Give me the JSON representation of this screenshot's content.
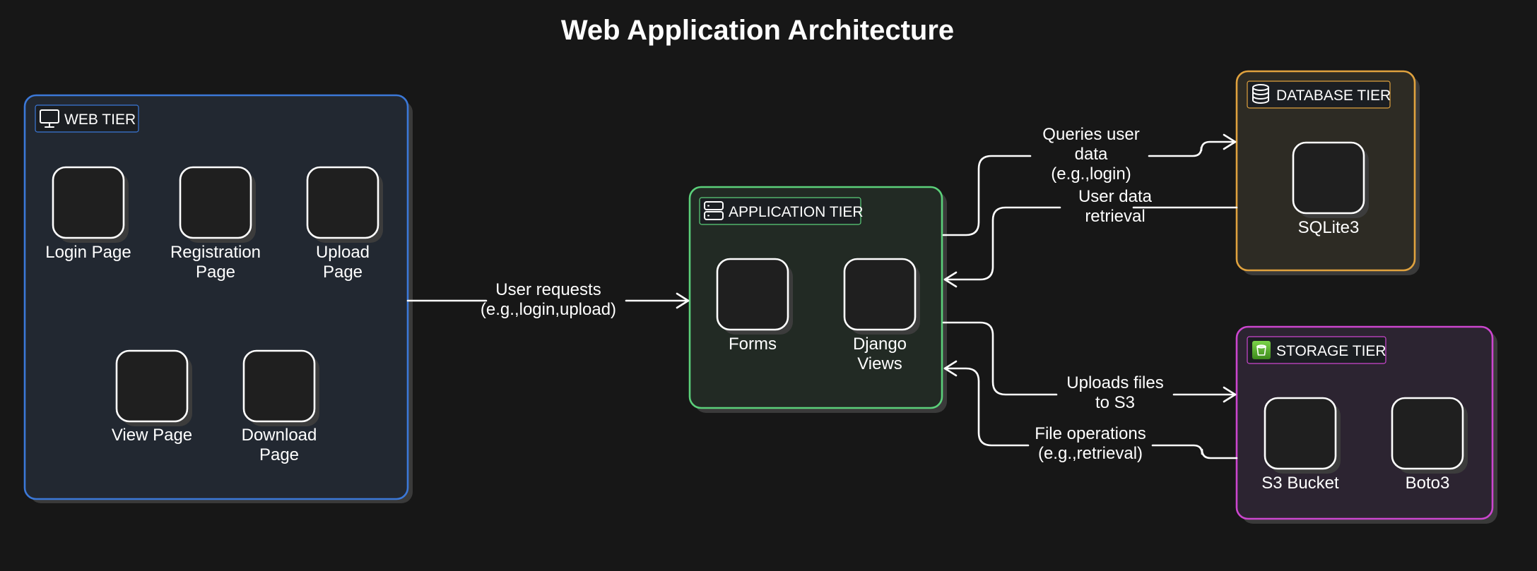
{
  "title": "Web Application Architecture",
  "tiers": {
    "web": {
      "label": "WEB TIER",
      "icon": "monitor-icon",
      "color": "#3b78d8",
      "fill": "#222831",
      "nodes": [
        {
          "lines": [
            "Login Page"
          ]
        },
        {
          "lines": [
            "Registration",
            "Page"
          ]
        },
        {
          "lines": [
            "Upload",
            "Page"
          ]
        },
        {
          "lines": [
            "View Page"
          ]
        },
        {
          "lines": [
            "Download",
            "Page"
          ]
        }
      ]
    },
    "application": {
      "label": "APPLICATION TIER",
      "icon": "server-icon",
      "color": "#5bd07a",
      "fill": "#222a24",
      "nodes": [
        {
          "lines": [
            "Forms"
          ]
        },
        {
          "lines": [
            "Django",
            "Views"
          ]
        }
      ]
    },
    "database": {
      "label": "DATABASE TIER",
      "icon": "database-icon",
      "color": "#e0a23e",
      "fill": "#2d2b24",
      "nodes": [
        {
          "lines": [
            "SQLite3"
          ]
        }
      ]
    },
    "storage": {
      "label": "STORAGE TIER",
      "icon": "storage-bucket-icon",
      "color": "#cc46cf",
      "fill": "#2c2431",
      "nodes": [
        {
          "lines": [
            "S3 Bucket"
          ]
        },
        {
          "lines": [
            "Boto3"
          ]
        }
      ]
    }
  },
  "edges": [
    {
      "lines": [
        "User requests",
        "(e.g.,login,upload)"
      ]
    },
    {
      "lines": [
        "Queries user",
        "data",
        "(e.g.,login)"
      ]
    },
    {
      "lines": [
        "User data",
        "retrieval"
      ]
    },
    {
      "lines": [
        "Uploads files",
        "to S3"
      ]
    },
    {
      "lines": [
        "File operations",
        "(e.g.,retrieval)"
      ]
    }
  ]
}
